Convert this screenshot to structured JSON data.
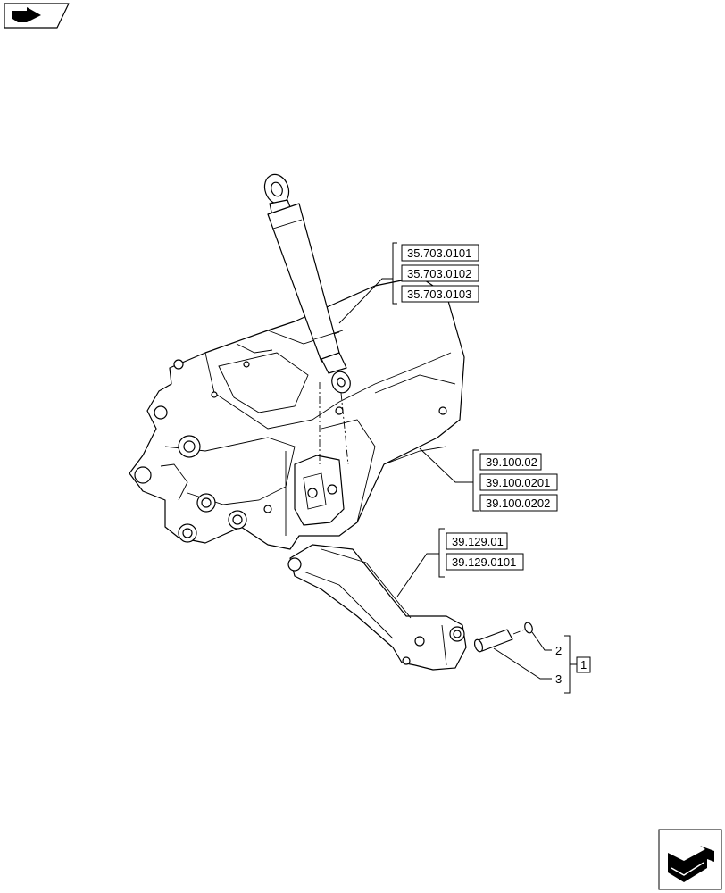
{
  "nav": {
    "back_icon": "book-arrow-icon",
    "forward_icon": "next-page-arrow-icon"
  },
  "callouts": {
    "cylinder_refs": [
      "35.703.0101",
      "35.703.0102",
      "35.703.0103"
    ],
    "frame_refs": [
      "39.100.02",
      "39.100.0201",
      "39.100.0202"
    ],
    "axle_refs": [
      "39.129.01",
      "39.129.0101"
    ]
  },
  "items": {
    "item_2": "2",
    "item_3": "3",
    "assembly_1": "1"
  }
}
